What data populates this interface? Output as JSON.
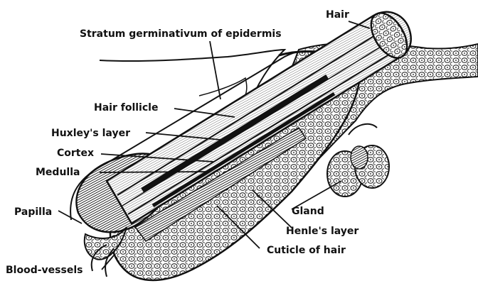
{
  "labels": {
    "hair": "Hair",
    "stratum": "Stratum germinativum of epidermis",
    "hair_follicle": "Hair follicle",
    "huxleys_layer": "Huxley's layer",
    "cortex": "Cortex",
    "medulla": "Medulla",
    "papilla": "Papilla",
    "blood_vessels": "Blood-vessels",
    "gland": "Gland",
    "henles_layer": "Henle's layer",
    "cuticle": "Cuticle of hair"
  },
  "colors": {
    "ink": "#111111",
    "background": "#ffffff"
  }
}
